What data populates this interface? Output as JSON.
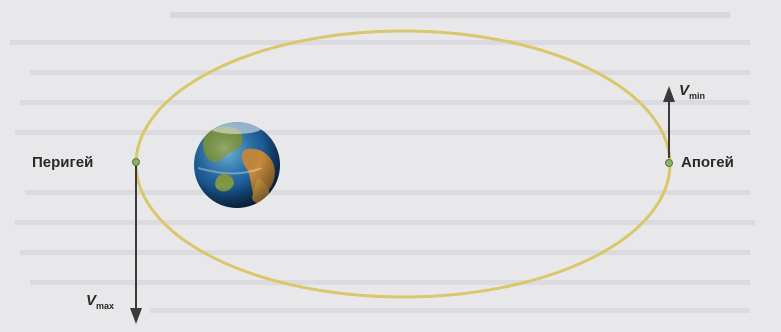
{
  "diagram": {
    "perigee_label": "Перигей",
    "apogee_label": "Апогей",
    "v_max_symbol": "V",
    "v_max_subscript": "max",
    "v_min_symbol": "V",
    "v_min_subscript": "min",
    "orbit_color": "#d9c76a",
    "arrow_color": "#3a3a3a",
    "background_color": "#e9e9ec"
  }
}
